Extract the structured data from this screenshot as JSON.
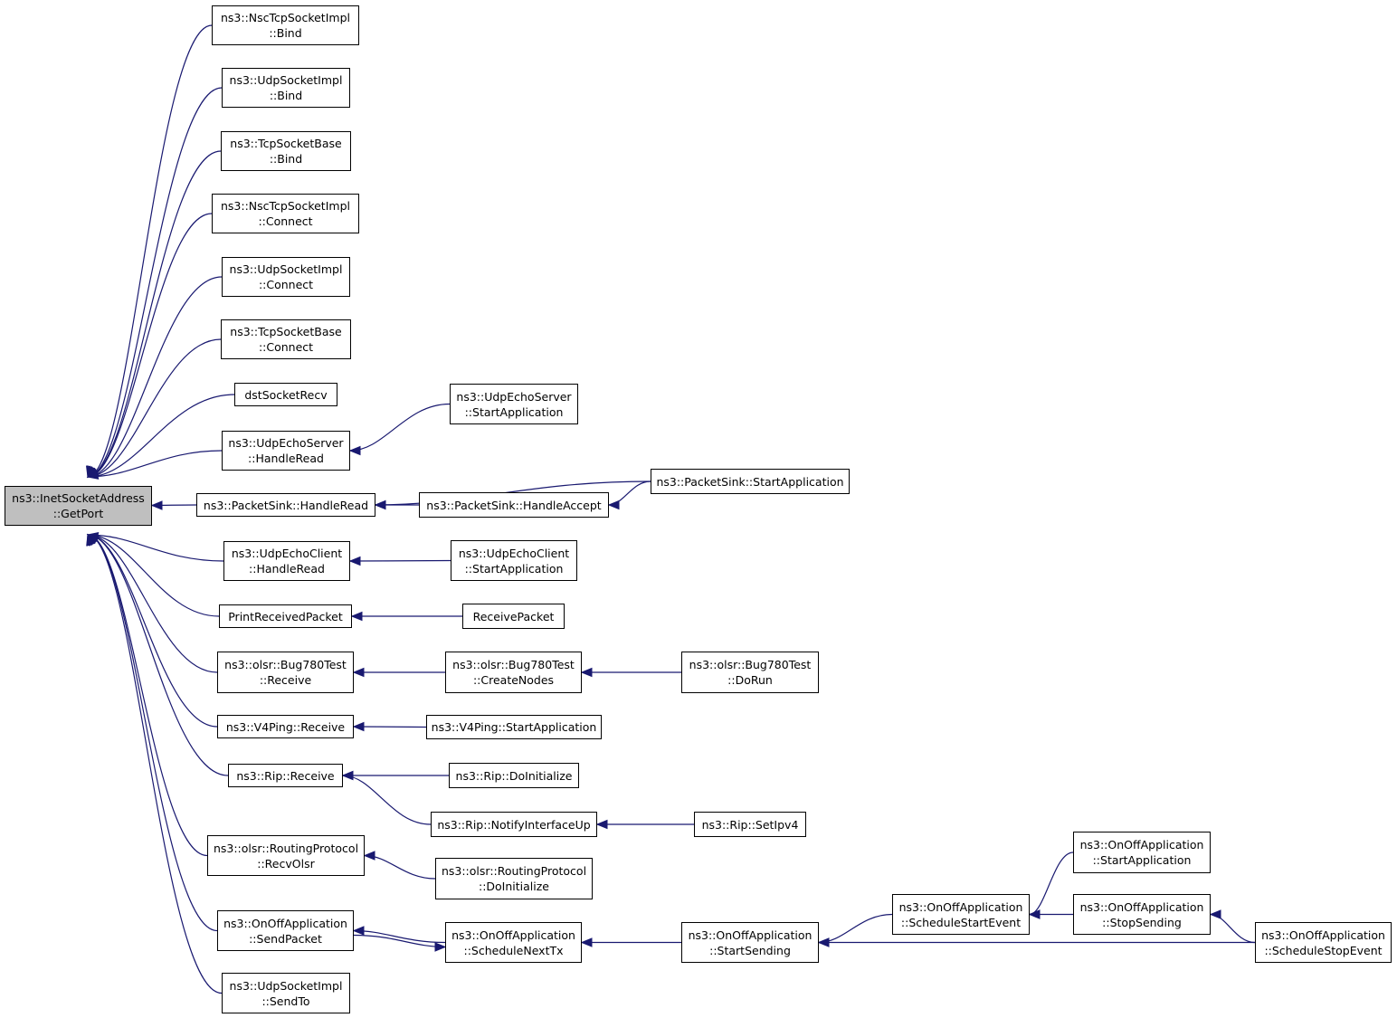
{
  "colors": {
    "edge": "#191970",
    "root_fill": "#bfbfbf",
    "node_fill": "#ffffff",
    "node_border": "#000000"
  },
  "nodes": {
    "root": [
      "ns3::InetSocketAddress",
      "::GetPort"
    ],
    "n1": [
      "ns3::NscTcpSocketImpl",
      "::Bind"
    ],
    "n2": [
      "ns3::UdpSocketImpl",
      "::Bind"
    ],
    "n3": [
      "ns3::TcpSocketBase",
      "::Bind"
    ],
    "n4": [
      "ns3::NscTcpSocketImpl",
      "::Connect"
    ],
    "n5": [
      "ns3::UdpSocketImpl",
      "::Connect"
    ],
    "n6": [
      "ns3::TcpSocketBase",
      "::Connect"
    ],
    "n7": [
      "dstSocketRecv"
    ],
    "n8": [
      "ns3::UdpEchoServer",
      "::HandleRead"
    ],
    "n9": [
      "ns3::PacketSink::HandleRead"
    ],
    "n10": [
      "ns3::UdpEchoClient",
      "::HandleRead"
    ],
    "n11": [
      "PrintReceivedPacket"
    ],
    "n12": [
      "ns3::olsr::Bug780Test",
      "::Receive"
    ],
    "n13": [
      "ns3::V4Ping::Receive"
    ],
    "n14": [
      "ns3::Rip::Receive"
    ],
    "n15": [
      "ns3::olsr::RoutingProtocol",
      "::RecvOlsr"
    ],
    "n16": [
      "ns3::OnOffApplication",
      "::SendPacket"
    ],
    "n17": [
      "ns3::UdpSocketImpl",
      "::SendTo"
    ],
    "n18": [
      "ns3::UdpEchoServer",
      "::StartApplication"
    ],
    "n19": [
      "ns3::PacketSink::StartApplication"
    ],
    "n20": [
      "ns3::PacketSink::HandleAccept"
    ],
    "n21": [
      "ns3::UdpEchoClient",
      "::StartApplication"
    ],
    "n22": [
      "ReceivePacket"
    ],
    "n23": [
      "ns3::olsr::Bug780Test",
      "::CreateNodes"
    ],
    "n24": [
      "ns3::olsr::Bug780Test",
      "::DoRun"
    ],
    "n25": [
      "ns3::V4Ping::StartApplication"
    ],
    "n26": [
      "ns3::Rip::DoInitialize"
    ],
    "n27": [
      "ns3::Rip::NotifyInterfaceUp"
    ],
    "n28": [
      "ns3::Rip::SetIpv4"
    ],
    "n29": [
      "ns3::olsr::RoutingProtocol",
      "::DoInitialize"
    ],
    "n30": [
      "ns3::OnOffApplication",
      "::ScheduleNextTx"
    ],
    "n31": [
      "ns3::OnOffApplication",
      "::StartSending"
    ],
    "n32": [
      "ns3::OnOffApplication",
      "::ScheduleStartEvent"
    ],
    "n33": [
      "ns3::OnOffApplication",
      "::StartApplication"
    ],
    "n34": [
      "ns3::OnOffApplication",
      "::StopSending"
    ],
    "n35": [
      "ns3::OnOffApplication",
      "::ScheduleStopEvent"
    ]
  },
  "edges": [
    [
      "n1",
      "root"
    ],
    [
      "n2",
      "root"
    ],
    [
      "n3",
      "root"
    ],
    [
      "n4",
      "root"
    ],
    [
      "n5",
      "root"
    ],
    [
      "n6",
      "root"
    ],
    [
      "n7",
      "root"
    ],
    [
      "n8",
      "root"
    ],
    [
      "n9",
      "root"
    ],
    [
      "n10",
      "root"
    ],
    [
      "n11",
      "root"
    ],
    [
      "n12",
      "root"
    ],
    [
      "n13",
      "root"
    ],
    [
      "n14",
      "root"
    ],
    [
      "n15",
      "root"
    ],
    [
      "n16",
      "root"
    ],
    [
      "n17",
      "root"
    ],
    [
      "n18",
      "n8"
    ],
    [
      "n19",
      "n9"
    ],
    [
      "n20",
      "n9"
    ],
    [
      "n19",
      "n20"
    ],
    [
      "n21",
      "n10"
    ],
    [
      "n22",
      "n11"
    ],
    [
      "n23",
      "n12"
    ],
    [
      "n24",
      "n23"
    ],
    [
      "n25",
      "n13"
    ],
    [
      "n26",
      "n14"
    ],
    [
      "n27",
      "n14"
    ],
    [
      "n28",
      "n27"
    ],
    [
      "n29",
      "n15"
    ],
    [
      "n30",
      "n16"
    ],
    [
      "n16",
      "n30"
    ],
    [
      "n31",
      "n30"
    ],
    [
      "n32",
      "n31"
    ],
    [
      "n35",
      "n31"
    ],
    [
      "n33",
      "n32"
    ],
    [
      "n34",
      "n32"
    ],
    [
      "n35",
      "n34"
    ]
  ]
}
